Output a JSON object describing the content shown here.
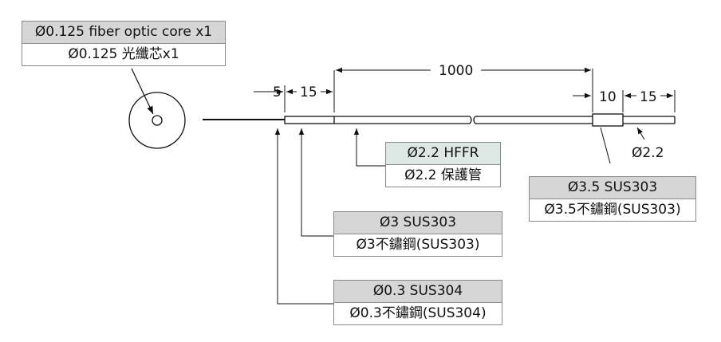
{
  "labels": {
    "core": {
      "en": "Ø0.125 fiber optic core x1",
      "zh": "Ø0.125 光纖芯x1"
    },
    "hffr": {
      "en": "Ø2.2 HFFR",
      "zh": "Ø2.2 保護管"
    },
    "sus303b": {
      "en": "Ø3.5  SUS303",
      "zh": "Ø3.5不鏽鋼(SUS303)"
    },
    "sus303a": {
      "en": "Ø3  SUS303",
      "zh": "Ø3不鏽鋼(SUS303)"
    },
    "sus304": {
      "en": "Ø0.3  SUS304",
      "zh": "Ø0.3不鏽鋼(SUS304)"
    }
  },
  "dimensions": {
    "d5": "5",
    "d15_left": "15",
    "d1000": "1000",
    "d10": "10",
    "d15_right": "15",
    "d_tail": "Ø2.2"
  },
  "colors": {
    "line": "#111111",
    "label_head": "#d6d6d6",
    "label_head_green": "#dde8e4",
    "label_border": "#8a8a8a"
  }
}
